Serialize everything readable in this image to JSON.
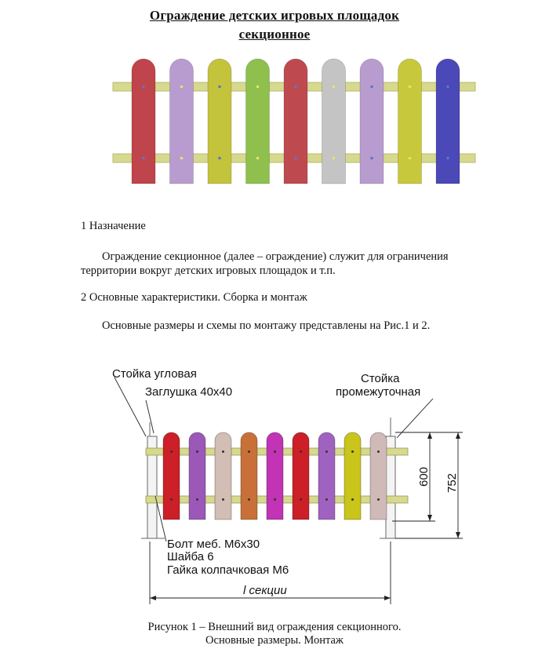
{
  "document": {
    "title_line1": "Ограждение детских игровых площадок",
    "title_line2": "секционное",
    "section1_heading": "1 Назначение",
    "section1_text_line1": "Ограждение секционное (далее – ограждение) служит для ограничения",
    "section1_text_line2": "территории вокруг детских игровых площадок и т.п.",
    "section2_heading": "2 Основные характеристики. Сборка и монтаж",
    "section2_text": "Основные размеры и схемы по монтажу представлены на Рис.1 и 2.",
    "figure_caption_line1": "Рисунок 1 – Внешний вид ограждения секционного.",
    "figure_caption_line2": "Основные размеры. Монтаж"
  },
  "colors": {
    "rail": "#d6d98e",
    "top_pickets": [
      "#c0444b",
      "#b99ccf",
      "#c3c33c",
      "#8fbf4d",
      "#be4a50",
      "#c4c4c4",
      "#b99ccf",
      "#c8c83c",
      "#4b48b8"
    ],
    "drawing_pickets": [
      "#cc1f27",
      "#9b58b8",
      "#d2beb4",
      "#c87038",
      "#c233b5",
      "#cc1f27",
      "#a062c0",
      "#c9c51a",
      "#cfbab8"
    ]
  },
  "drawing": {
    "label_corner_post": "Стойка угловая",
    "label_cap": "Заглушка 40х40",
    "label_mid_post_line1": "Стойка",
    "label_mid_post_line2": "промежуточная",
    "label_bolt": "Болт меб. М6х30",
    "label_washer": "Шайба 6",
    "label_nut": "Гайка колпачковая М6",
    "dim_height_inner": "600",
    "dim_height_total": "752",
    "dim_section": "l секции"
  }
}
